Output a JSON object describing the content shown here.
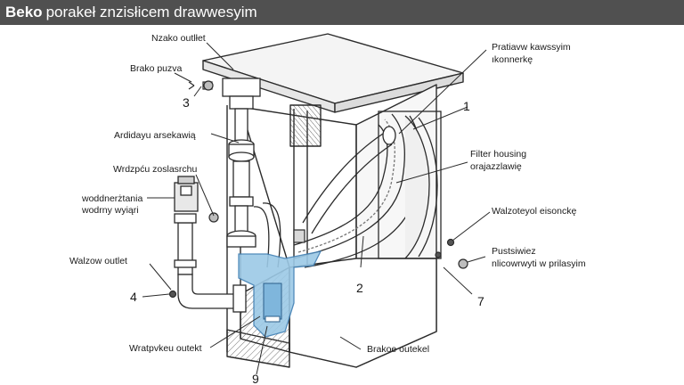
{
  "title": {
    "brand": "Beko",
    "text": "porakeł znzisłicem drawwesyim"
  },
  "labels": {
    "top_outlet": "Nzako outlłet",
    "brako_puzva": "Brako puzva",
    "ardidayu": "Ardidayu arsekawią",
    "wrdzpcu": "Wrdzpću zoslasrchu",
    "woddner_1": "woddnerżtania",
    "woddner_2": "wodrny wyiąri",
    "walzow_outlet": "Walzow outlet",
    "wratpvkeu": "Wratpvkeu outekt",
    "brakoe": "Brakoe outekel",
    "pratiavw_1": "Pratiavw kawssyim",
    "pratiavw_2": "ıkonnerkę",
    "filter_1": "Filter housing",
    "filter_2": "orajazzlawię",
    "walzoteyol": "Walzoteyol eisonckę",
    "pustsiwicz_1": "Pustsiwiez",
    "pustsiwicz_2": "nlicowrwyti w prilasyim"
  },
  "numbers": {
    "n3": "3",
    "n4": "4",
    "n1": "1",
    "n2": "2",
    "n7": "7",
    "n9": "9"
  },
  "colors": {
    "title_bg": "#505050",
    "line": "#2b2b2b",
    "water_fill": "#9cc9e6",
    "water_stroke": "#3f7fb4"
  }
}
